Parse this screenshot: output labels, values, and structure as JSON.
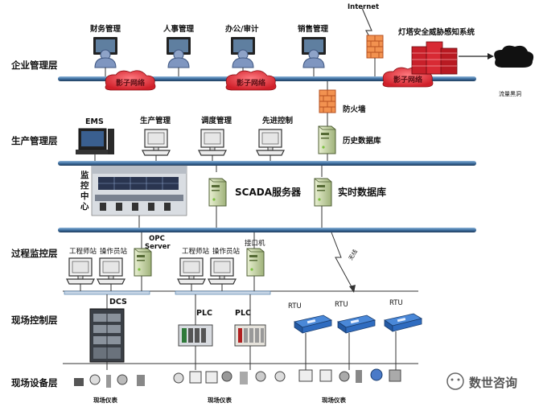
{
  "layers": {
    "enterprise": "企业管理层",
    "production": "生产管理层",
    "process": "过程监控层",
    "field_control": "现场控制层",
    "field_device": "现场设备层"
  },
  "enterprise": {
    "finance": "财务管理",
    "hr": "人事管理",
    "office": "办公/审计",
    "sales": "销售管理",
    "internet": "Internet",
    "threat_system": "灯塔安全威胁感知系统",
    "cloud1": "影子网络",
    "cloud2": "影子网络",
    "cloud3": "影子网络",
    "blackhole": "流量黑洞"
  },
  "production": {
    "ems": "EMS",
    "prod_mgmt": "生产管理",
    "dispatch": "调度管理",
    "advanced": "先进控制",
    "firewall": "防火墙",
    "history_db": "历史数据库"
  },
  "center": {
    "monitor_center": "监控中心",
    "scada": "SCADA服务器",
    "realtime_db": "实时数据库"
  },
  "process": {
    "eng_station_1": "工程师站",
    "op_station_1": "操作员站",
    "opc_server": "OPC Server",
    "eng_station_2": "工程师站",
    "op_station_2": "操作员站",
    "interface": "接口机",
    "wireless": "无线"
  },
  "control": {
    "dcs": "DCS",
    "plc1": "PLC",
    "plc2": "PLC",
    "rtu1": "RTU",
    "rtu2": "RTU",
    "rtu3": "RTU"
  },
  "devices": {
    "instr1": "现场仪表",
    "instr2": "现场仪表",
    "instr3": "现场仪表"
  },
  "watermark": "数世咨询",
  "colors": {
    "bus": "#3d6fa0",
    "bus_edge": "#1f3c5c",
    "cloud": "#e03840",
    "firewall": "#e0763a",
    "server": "#c8d8a0",
    "threat": "#c8202a"
  }
}
